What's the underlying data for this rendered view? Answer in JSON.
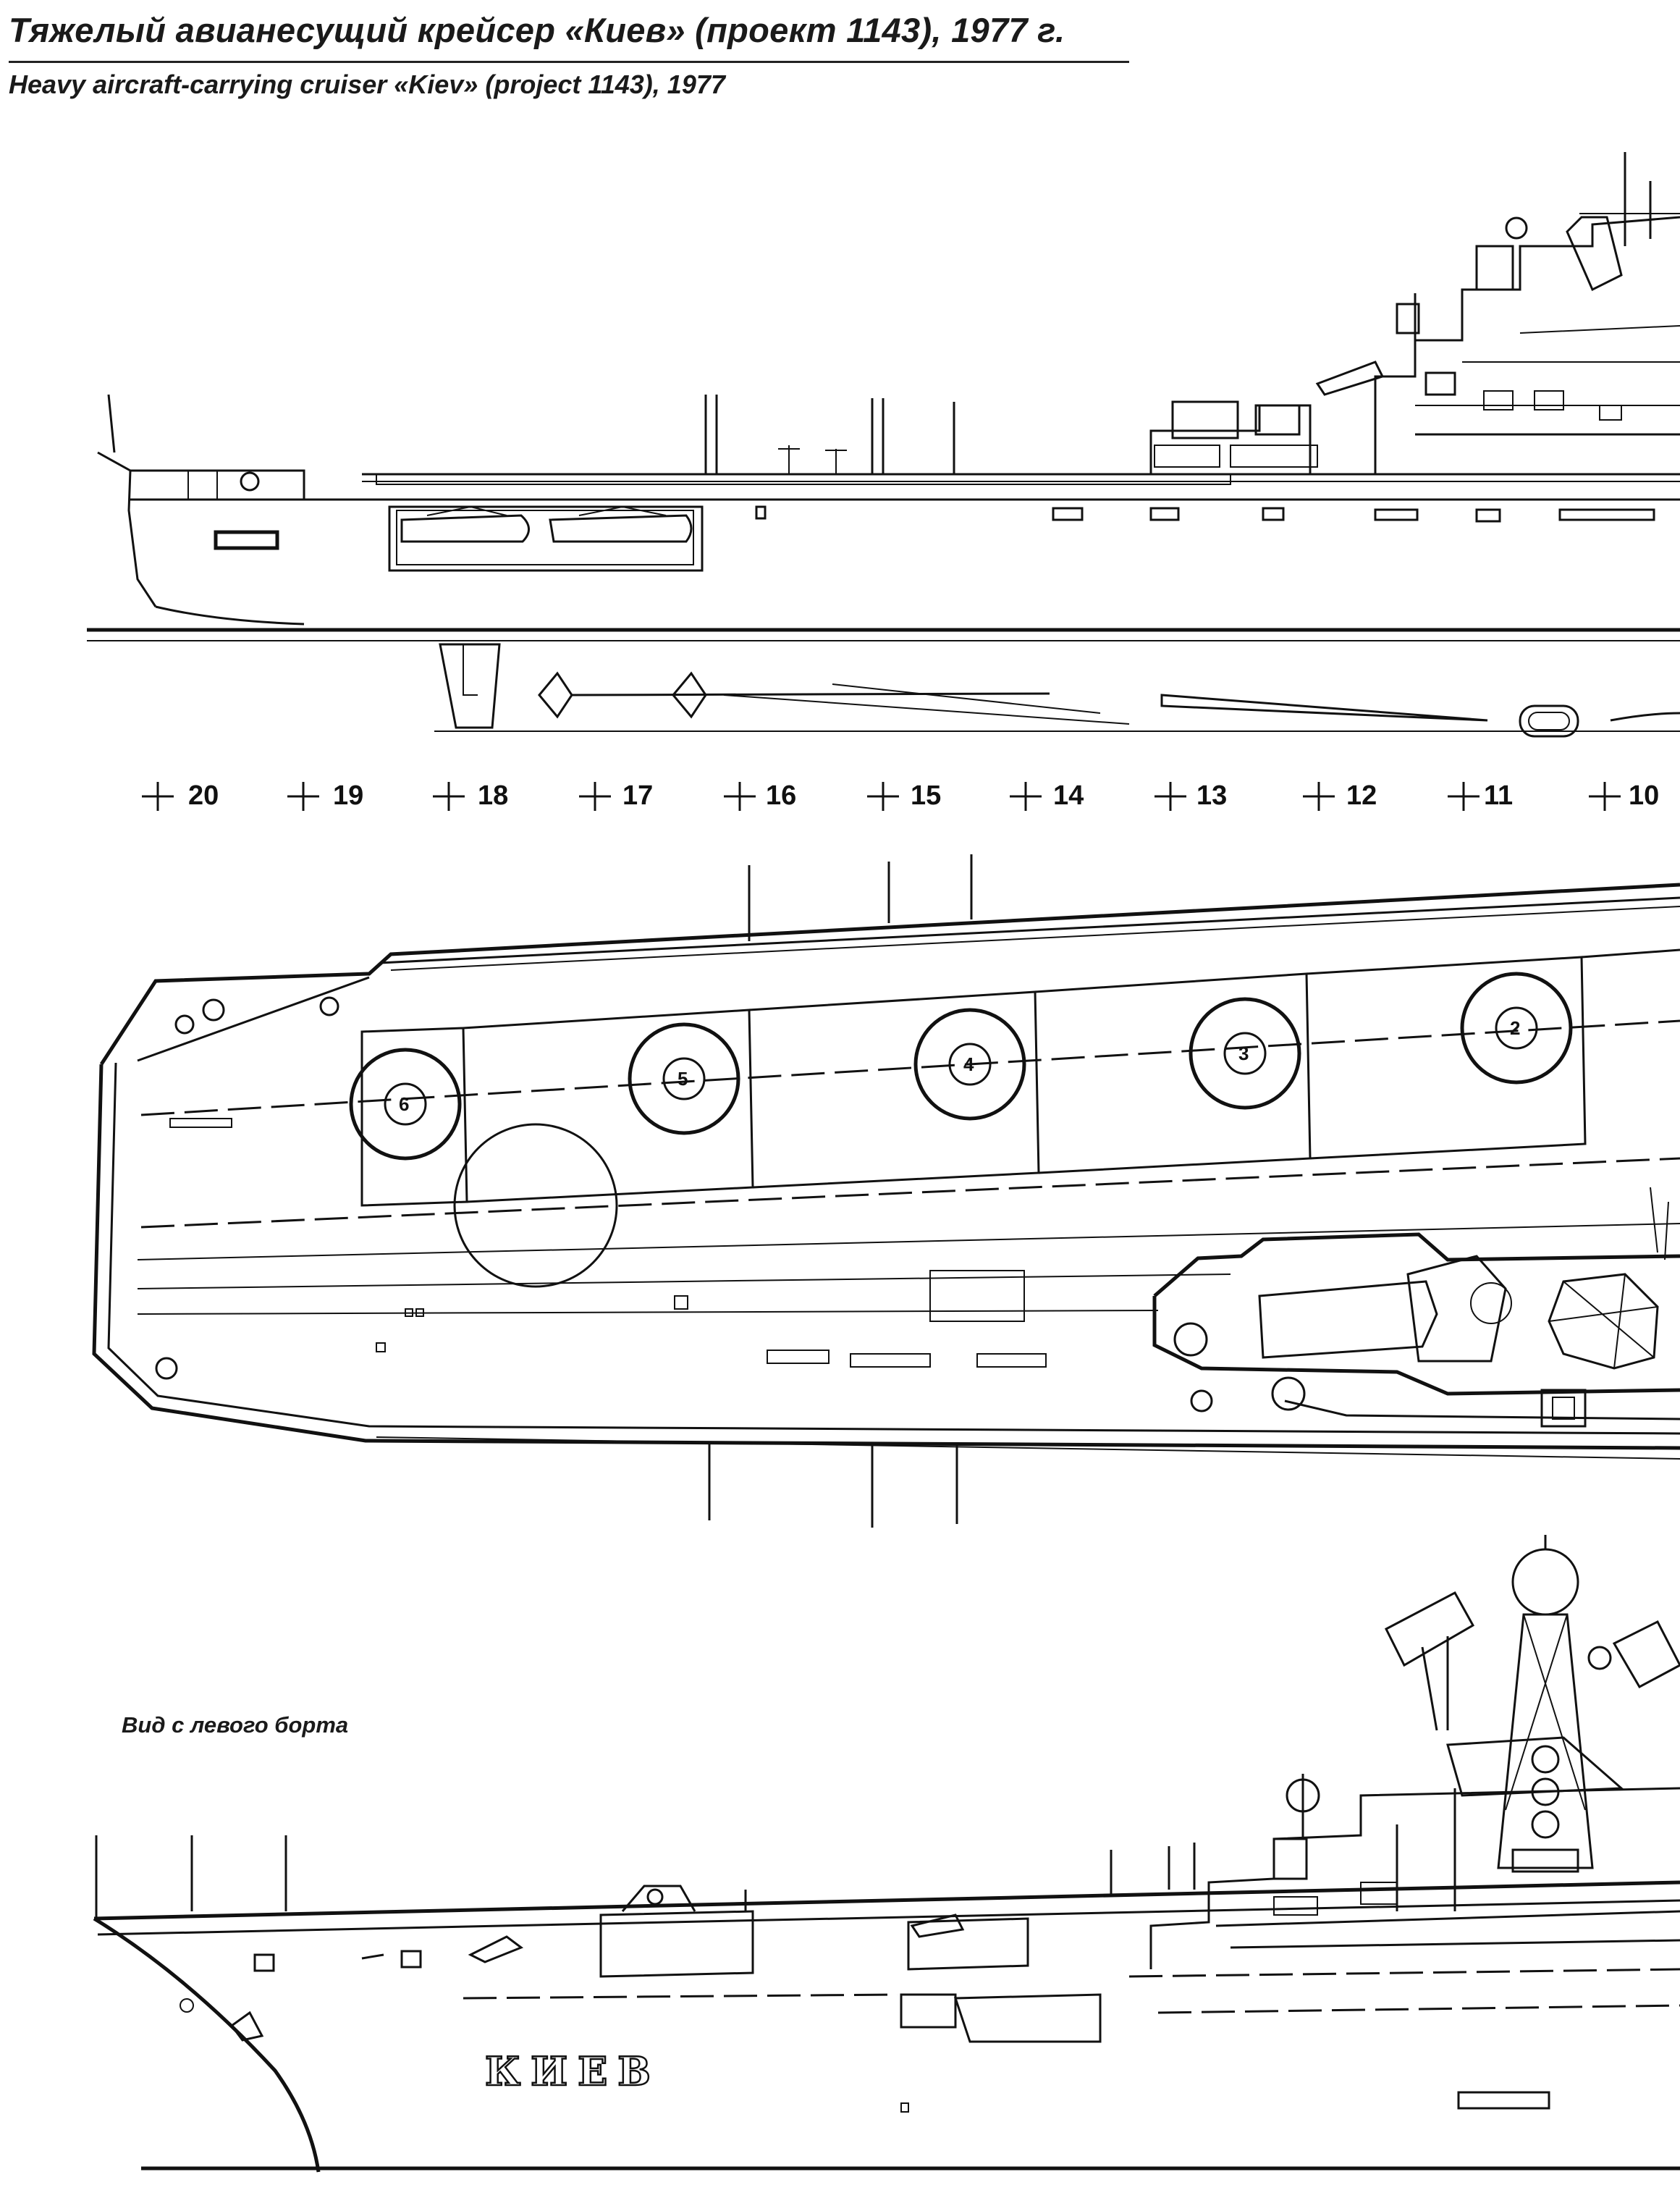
{
  "header": {
    "title_ru": "Тяжелый авианесущий крейсер «Киев» (проект 1143), 1977 г.",
    "title_en": "Heavy aircraft-carrying cruiser «Kiev» (project 1143), 1977"
  },
  "frame_stations": [
    "20",
    "19",
    "18",
    "17",
    "16",
    "15",
    "14",
    "13",
    "12",
    "11",
    "10"
  ],
  "helipads": [
    "6",
    "5",
    "4",
    "3",
    "2"
  ],
  "views": {
    "port_side_label": "Вид с левого борта"
  },
  "hull_name": "КИЕВ"
}
